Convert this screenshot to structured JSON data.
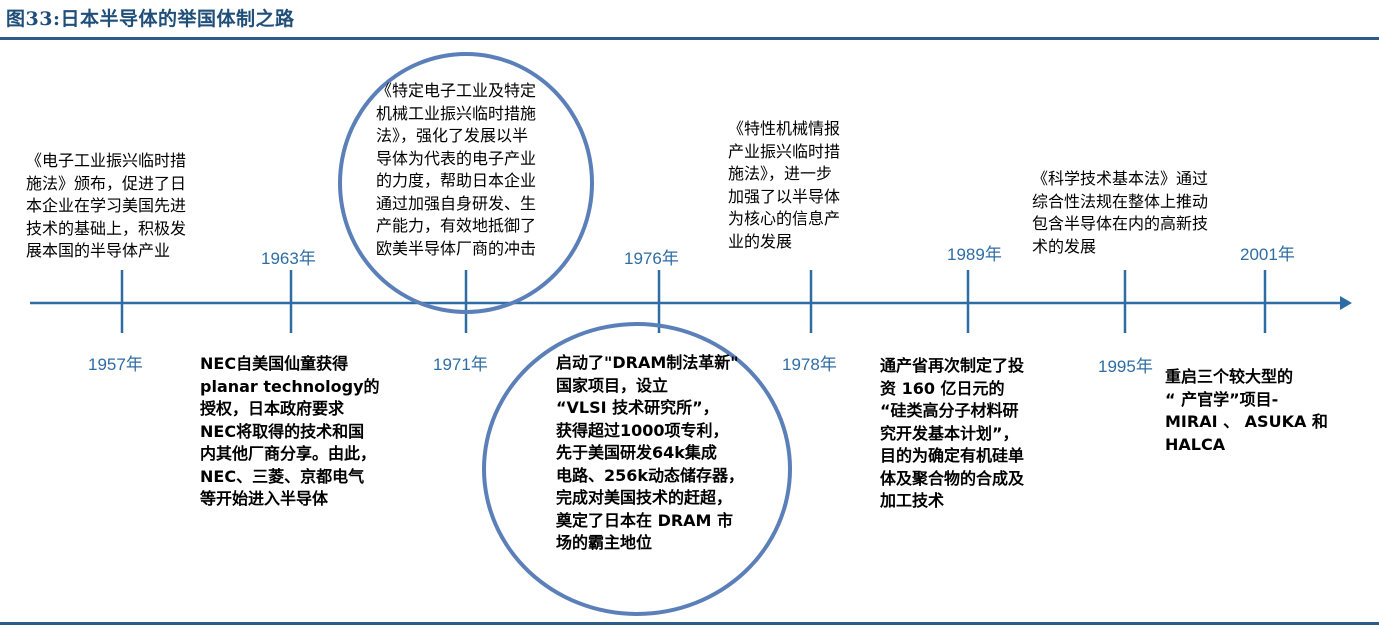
{
  "title": "图33:日本半导体的举国体制之路",
  "colors": {
    "title": "#1F4E79",
    "rule": "#2E5C8A",
    "axis": "#2E6DA4",
    "year": "#2E6DA4",
    "circle": "#5B7FB8"
  },
  "events": [
    {
      "year": "1957年",
      "text": "《电子工业振兴临时措\n施法》颁布，促进了日\n本企业在学习美国先进\n技术的基础上，积极发\n展本国的半导体产业"
    },
    {
      "year": "1963年",
      "text": "NEC自美国仙童获得\nplanar technology的\n授权，日本政府要求\nNEC将取得的技术和国\n内其他厂商分享。由此，\nNEC、三菱、京都电气\n等开始进入半导体"
    },
    {
      "year": "1971年",
      "text": "《特定电子工业及特定\n机械工业振兴临时措施\n法》，强化了发展以半\n导体为代表的电子产业\n的力度，帮助日本企业\n通过加强自身研发、生\n产能力，有效地抵御了\n欧美半导体厂商的冲击"
    },
    {
      "year": "1976年",
      "text": "启动了\"DRAM制法革新\"\n国家项目，设立\n“VLSI 技术研究所”，\n获得超过1000项专利，\n先于美国研发64k集成\n电路、256k动态储存器，\n完成对美国技术的赶超，\n奠定了日本在 DRAM 市\n场的霸主地位"
    },
    {
      "year": "1978年",
      "text": "《特性机械情报\n产业振兴临时措\n施法》，进一步\n加强了以半导体\n为核心的信息产\n业的发展"
    },
    {
      "year": "1989年",
      "text": "通产省再次制定了投\n资 160 亿日元的\n“硅类高分子材料研\n究开发基本计划”，\n目的为确定有机硅单\n体及聚合物的合成及\n加工技术"
    },
    {
      "year": "1995年",
      "text": "《科学技术基本法》通过\n综合性法规在整体上推动\n包含半导体在内的高新技\n术的发展"
    },
    {
      "year": "2001年",
      "text": "重启三个较大型的\n“ 产官学”项目-\nMIRAI 、 ASUKA 和\nHALCA"
    }
  ]
}
